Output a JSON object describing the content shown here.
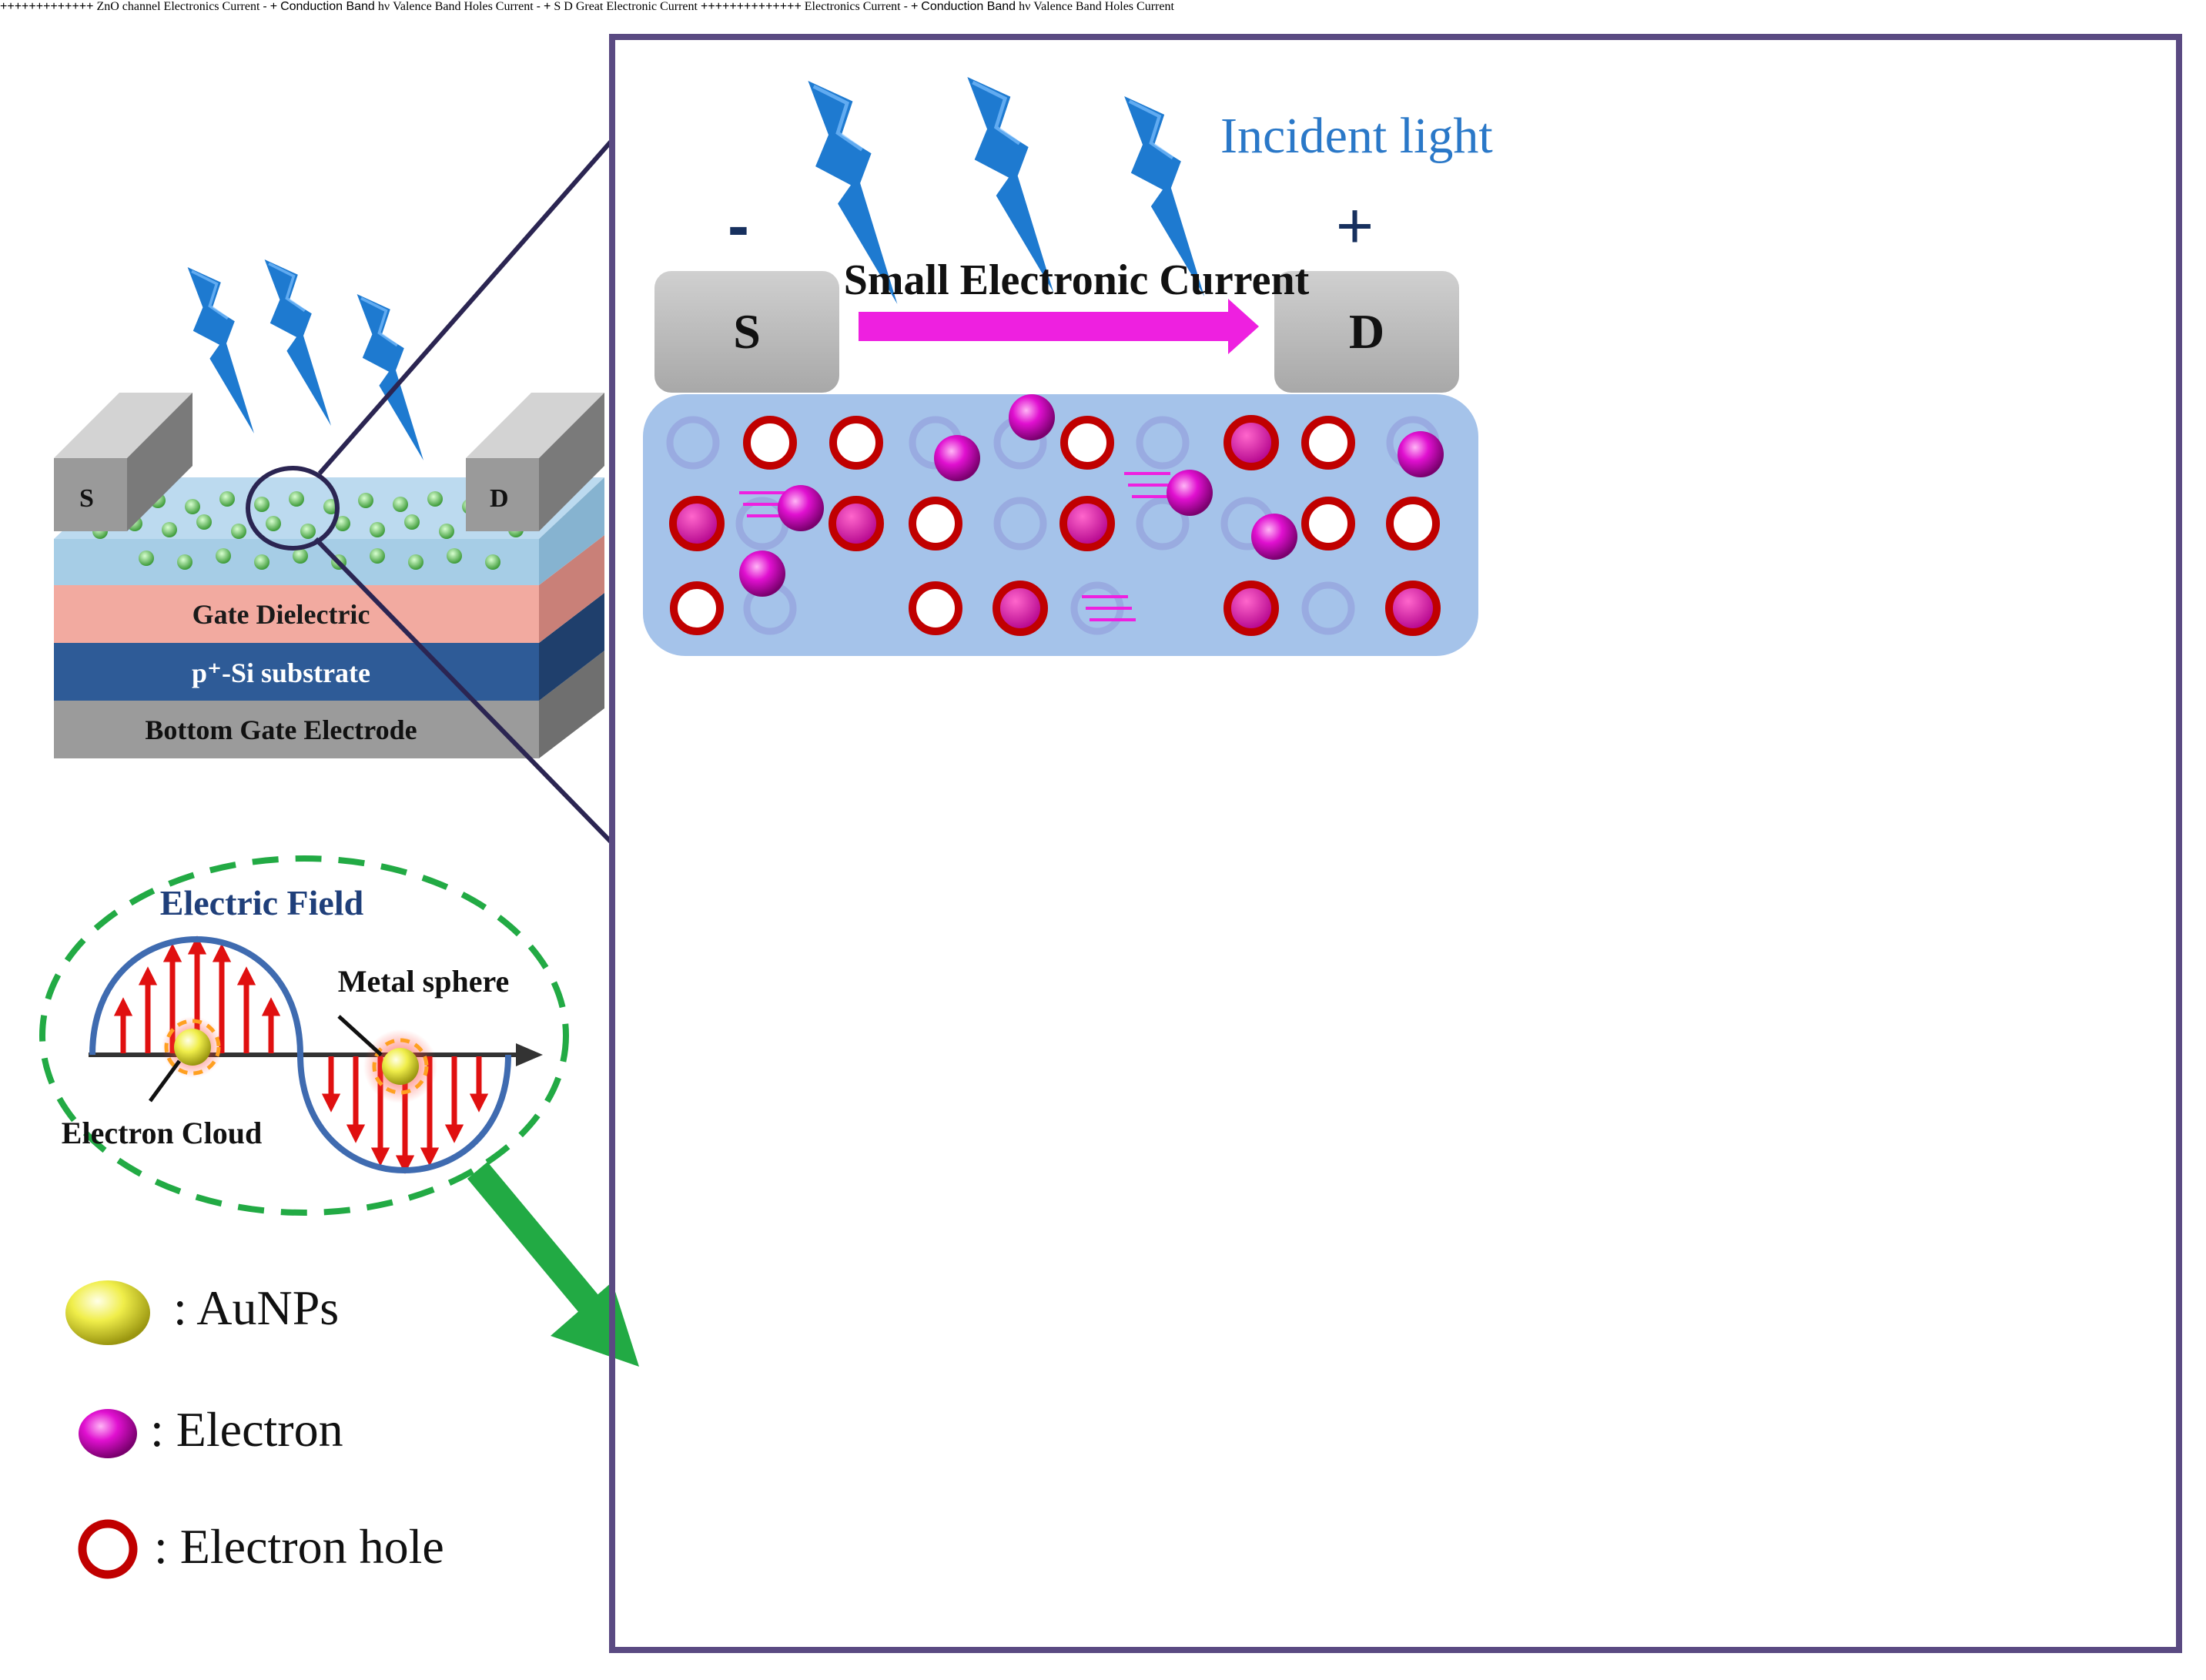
{
  "device": {
    "source_label": "S",
    "drain_label": "D",
    "layers": {
      "gate_dielectric": "Gate Dielectric",
      "substrate": "p⁺-Si substrate",
      "bottom_electrode": "Bottom Gate Electrode"
    }
  },
  "field_inset": {
    "electric_field": "Electric Field",
    "metal_sphere": "Metal sphere",
    "electron_cloud": "Electron Cloud"
  },
  "legend": [
    {
      "symbol": "yellow-sphere",
      "label": ": AuNPs"
    },
    {
      "symbol": "magenta-sphere",
      "label": ": Electron"
    },
    {
      "symbol": "red-ring",
      "label": ": Electron hole"
    }
  ],
  "top_panel": {
    "incident_light": "Incident light",
    "minus": "-",
    "plus": "+",
    "current_label": "Small Electronic Current",
    "source": "S",
    "drain": "D",
    "plus_row": "+++++++++++++",
    "zno_label": "ZnO channel",
    "band": {
      "electronics_current": "Electronics Current",
      "minus": "-",
      "plus": "+",
      "conduction_band": "Conduction Band",
      "hv": "hν",
      "valence_band": "Valence Band",
      "holes_current": "Holes Current"
    }
  },
  "bottom_panel": {
    "minus": "-",
    "plus": "+",
    "current_label": "Great Electronic Current",
    "source": "S",
    "drain": "D",
    "plus_row": "++++++++++++++",
    "band": {
      "electronics_current": "Electronics Current",
      "minus": "-",
      "plus": "+",
      "conduction_band": "Conduction Band",
      "hv": "hν",
      "valence_band": "Valence Band",
      "holes_current": "Holes Current"
    }
  },
  "colors": {
    "frame": "#5a4a82",
    "lightning": "#1e7ad0",
    "electron": "#e010d0",
    "hole": "#c00000",
    "channel": "#9fc0ea",
    "electrode": "#b8b8b8",
    "au": "#f2f05a",
    "label_blue": "#17305e",
    "label_light": "#5a8fcf",
    "hole_arrow": "#ff1010",
    "field_green": "#22aa44"
  }
}
